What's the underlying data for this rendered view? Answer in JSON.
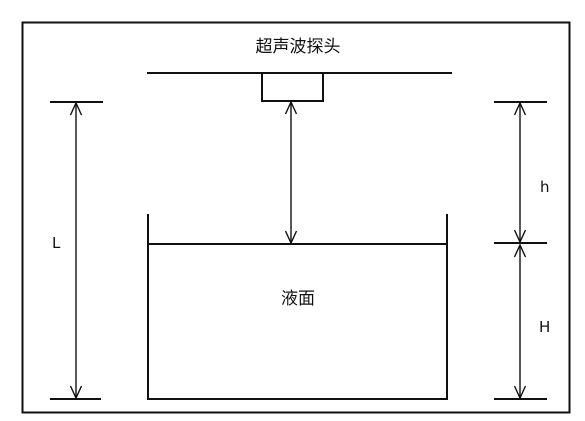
{
  "diagram": {
    "labels": {
      "probe": "超声波探头",
      "liquid_surface": "液面",
      "L": "L",
      "h": "h",
      "H": "H"
    },
    "colors": {
      "line": "#111111",
      "background": "#ffffff"
    }
  }
}
